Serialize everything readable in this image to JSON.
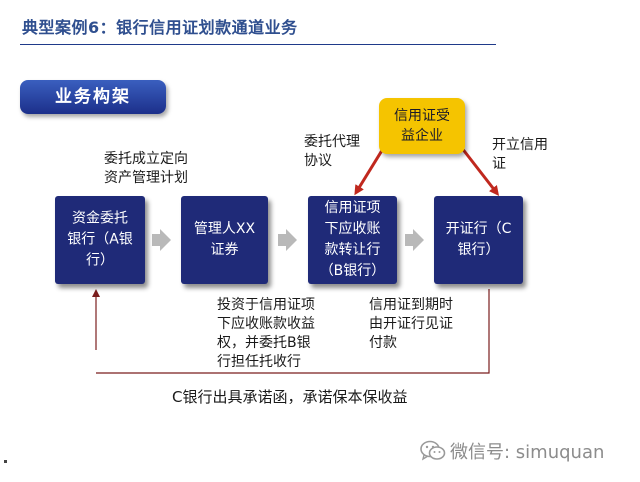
{
  "title": "典型案例6：银行信用证划款通道业务",
  "section_badge": "业务构架",
  "nodes": {
    "box_a": "资金委托\n银行（A银\n行）",
    "box_b": "管理人XX\n证券",
    "box_c": "信用证项\n下应收账\n款转让行\n（B银行）",
    "box_d": "开证行（C\n银行）",
    "box_e": "信用证受\n益企业"
  },
  "labels": {
    "entrust_plan": "委托成立定向\n资产管理计划",
    "agency_agreement": "委托代理\n协议",
    "open_lc": "开立信用\n证",
    "invest": "投资于信用证项\n下应收账款收益\n权，并委托B银\n行担任托收行",
    "maturity": "信用证到期时\n由开证行见证\n付款",
    "guarantee": "C银行出具承诺函，承诺保本保收益"
  },
  "watermark": {
    "icon": "wechat-icon",
    "text": "微信号: simuquan"
  },
  "colors": {
    "box": "#1f2a78",
    "highlight": "#f5c400",
    "arrow_red": "#c0281e",
    "arrow_gray": "#b9b9b9",
    "title": "#2f4f8f"
  }
}
